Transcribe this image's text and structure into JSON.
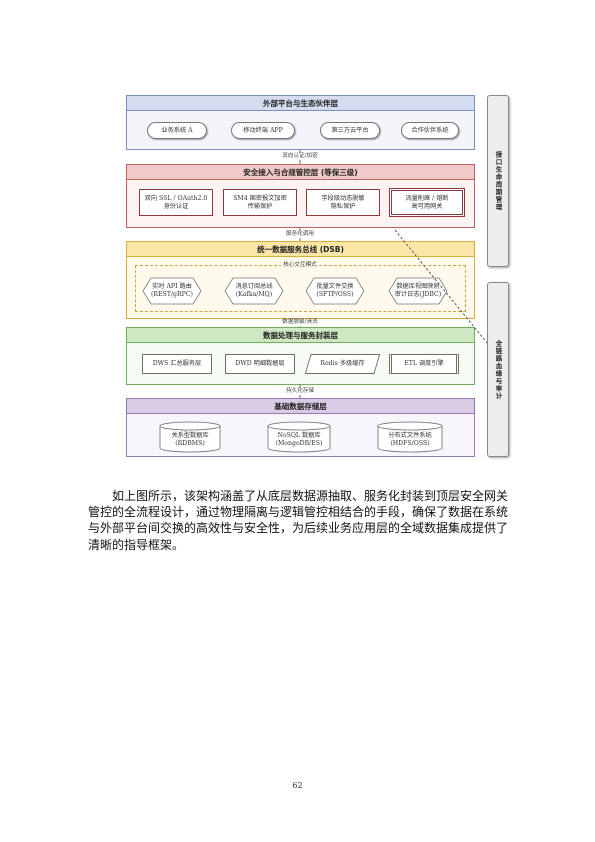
{
  "diagram": {
    "layers": [
      {
        "title": "外部平台与生态伙伴层",
        "colors": {
          "header": "#d4dcef",
          "border": "#7d8fbf",
          "body": "#f3f5fb"
        },
        "nodes": [
          "业务系统 A",
          "移动终端 APP",
          "第三方云平台",
          "合作伙伴系统"
        ]
      },
      {
        "title": "安全接入与合规管控层 (等保三级)",
        "colors": {
          "header": "#f2c9c9",
          "border": "#c06060",
          "body": "#fdf3f3"
        },
        "nodes": [
          "双向 SSL / OAuth2.0\n身份认证",
          "SM4 国密报文加密\n传输保护",
          "字段级动态脱敏\n隐私保护",
          "流量削峰 / 熔断\n高可用网关"
        ]
      },
      {
        "title": "统一数据服务总线 (DSB)",
        "colors": {
          "header": "#fbe6a8",
          "border": "#d8ae3a",
          "body": "#fffaeb"
        },
        "group_label": "核心交互模式",
        "nodes": [
          "实时 API 路由\n(REST/gRPC)",
          "消息订阅总线\n(Kafka/MQ)",
          "批量文件交换\n(SFTP/OSS)",
          "数据库视图映射\n审计日志(JDBC)"
        ]
      },
      {
        "title": "数据处理与服务封装层",
        "colors": {
          "header": "#cfe8c4",
          "border": "#6fae5b",
          "body": "#f5fbf2"
        },
        "nodes": [
          "DWS 汇总服务层",
          "DWD 明细数据层",
          "Redis 多级缓存",
          "ETL 调度引擎"
        ]
      },
      {
        "title": "基础数据存储层",
        "colors": {
          "header": "#d9cbe6",
          "border": "#9479b3",
          "body": "#f8f5fb"
        },
        "nodes": [
          "关系型数据库\n(RDBMS)",
          "NoSQL 数据库\n(MongoDB/ES)",
          "分布式文件系统\n(HDFS/OSS)"
        ]
      }
    ],
    "connectors": [
      "双向认证/加密",
      "服务化调用",
      "数据脱敏/清洗",
      "持久化存储"
    ],
    "side_panels": [
      "接口生命周期管理",
      "全链路血缘与审计"
    ]
  },
  "paragraph": "如上图所示，该架构涵盖了从底层数据源抽取、服务化封装到顶层安全网关管控的全流程设计，通过物理隔离与逻辑管控相结合的手段，确保了数据在系统与外部平台间交换的高效性与安全性，为后续业务应用层的全域数据集成提供了清晰的指导框架。",
  "page_number": "62"
}
